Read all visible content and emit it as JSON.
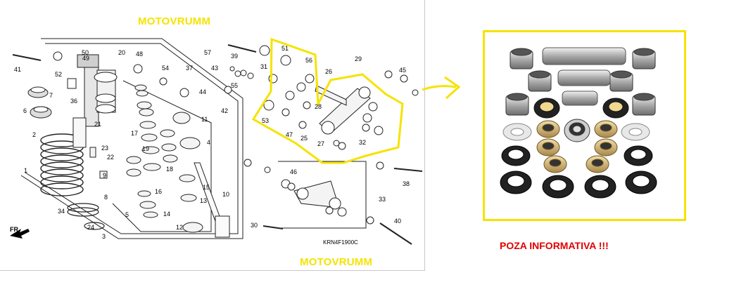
{
  "brand": "MOTOVRUMM",
  "watermark_color": "#f5e300",
  "note_color": "#e00000",
  "diagram_code": "KRN4F1900C",
  "front_marker": "FR.",
  "note": "POZA INFORMATIVA !!!",
  "callouts": [
    "1",
    "2",
    "3",
    "4",
    "5",
    "6",
    "7",
    "8",
    "9",
    "10",
    "11",
    "12",
    "13",
    "14",
    "15",
    "16",
    "17",
    "18",
    "19",
    "20",
    "21",
    "22",
    "23",
    "24",
    "25",
    "26",
    "27",
    "28",
    "29",
    "30",
    "31",
    "32",
    "33",
    "34",
    "36",
    "37",
    "38",
    "39",
    "40",
    "41",
    "42",
    "43",
    "44",
    "45",
    "46",
    "47",
    "48",
    "49",
    "50",
    "51",
    "52",
    "53",
    "54",
    "55",
    "56",
    "57"
  ],
  "kit_parts": [
    "needle-bearing",
    "pivot-sleeve",
    "seal",
    "washer",
    "bushing"
  ]
}
